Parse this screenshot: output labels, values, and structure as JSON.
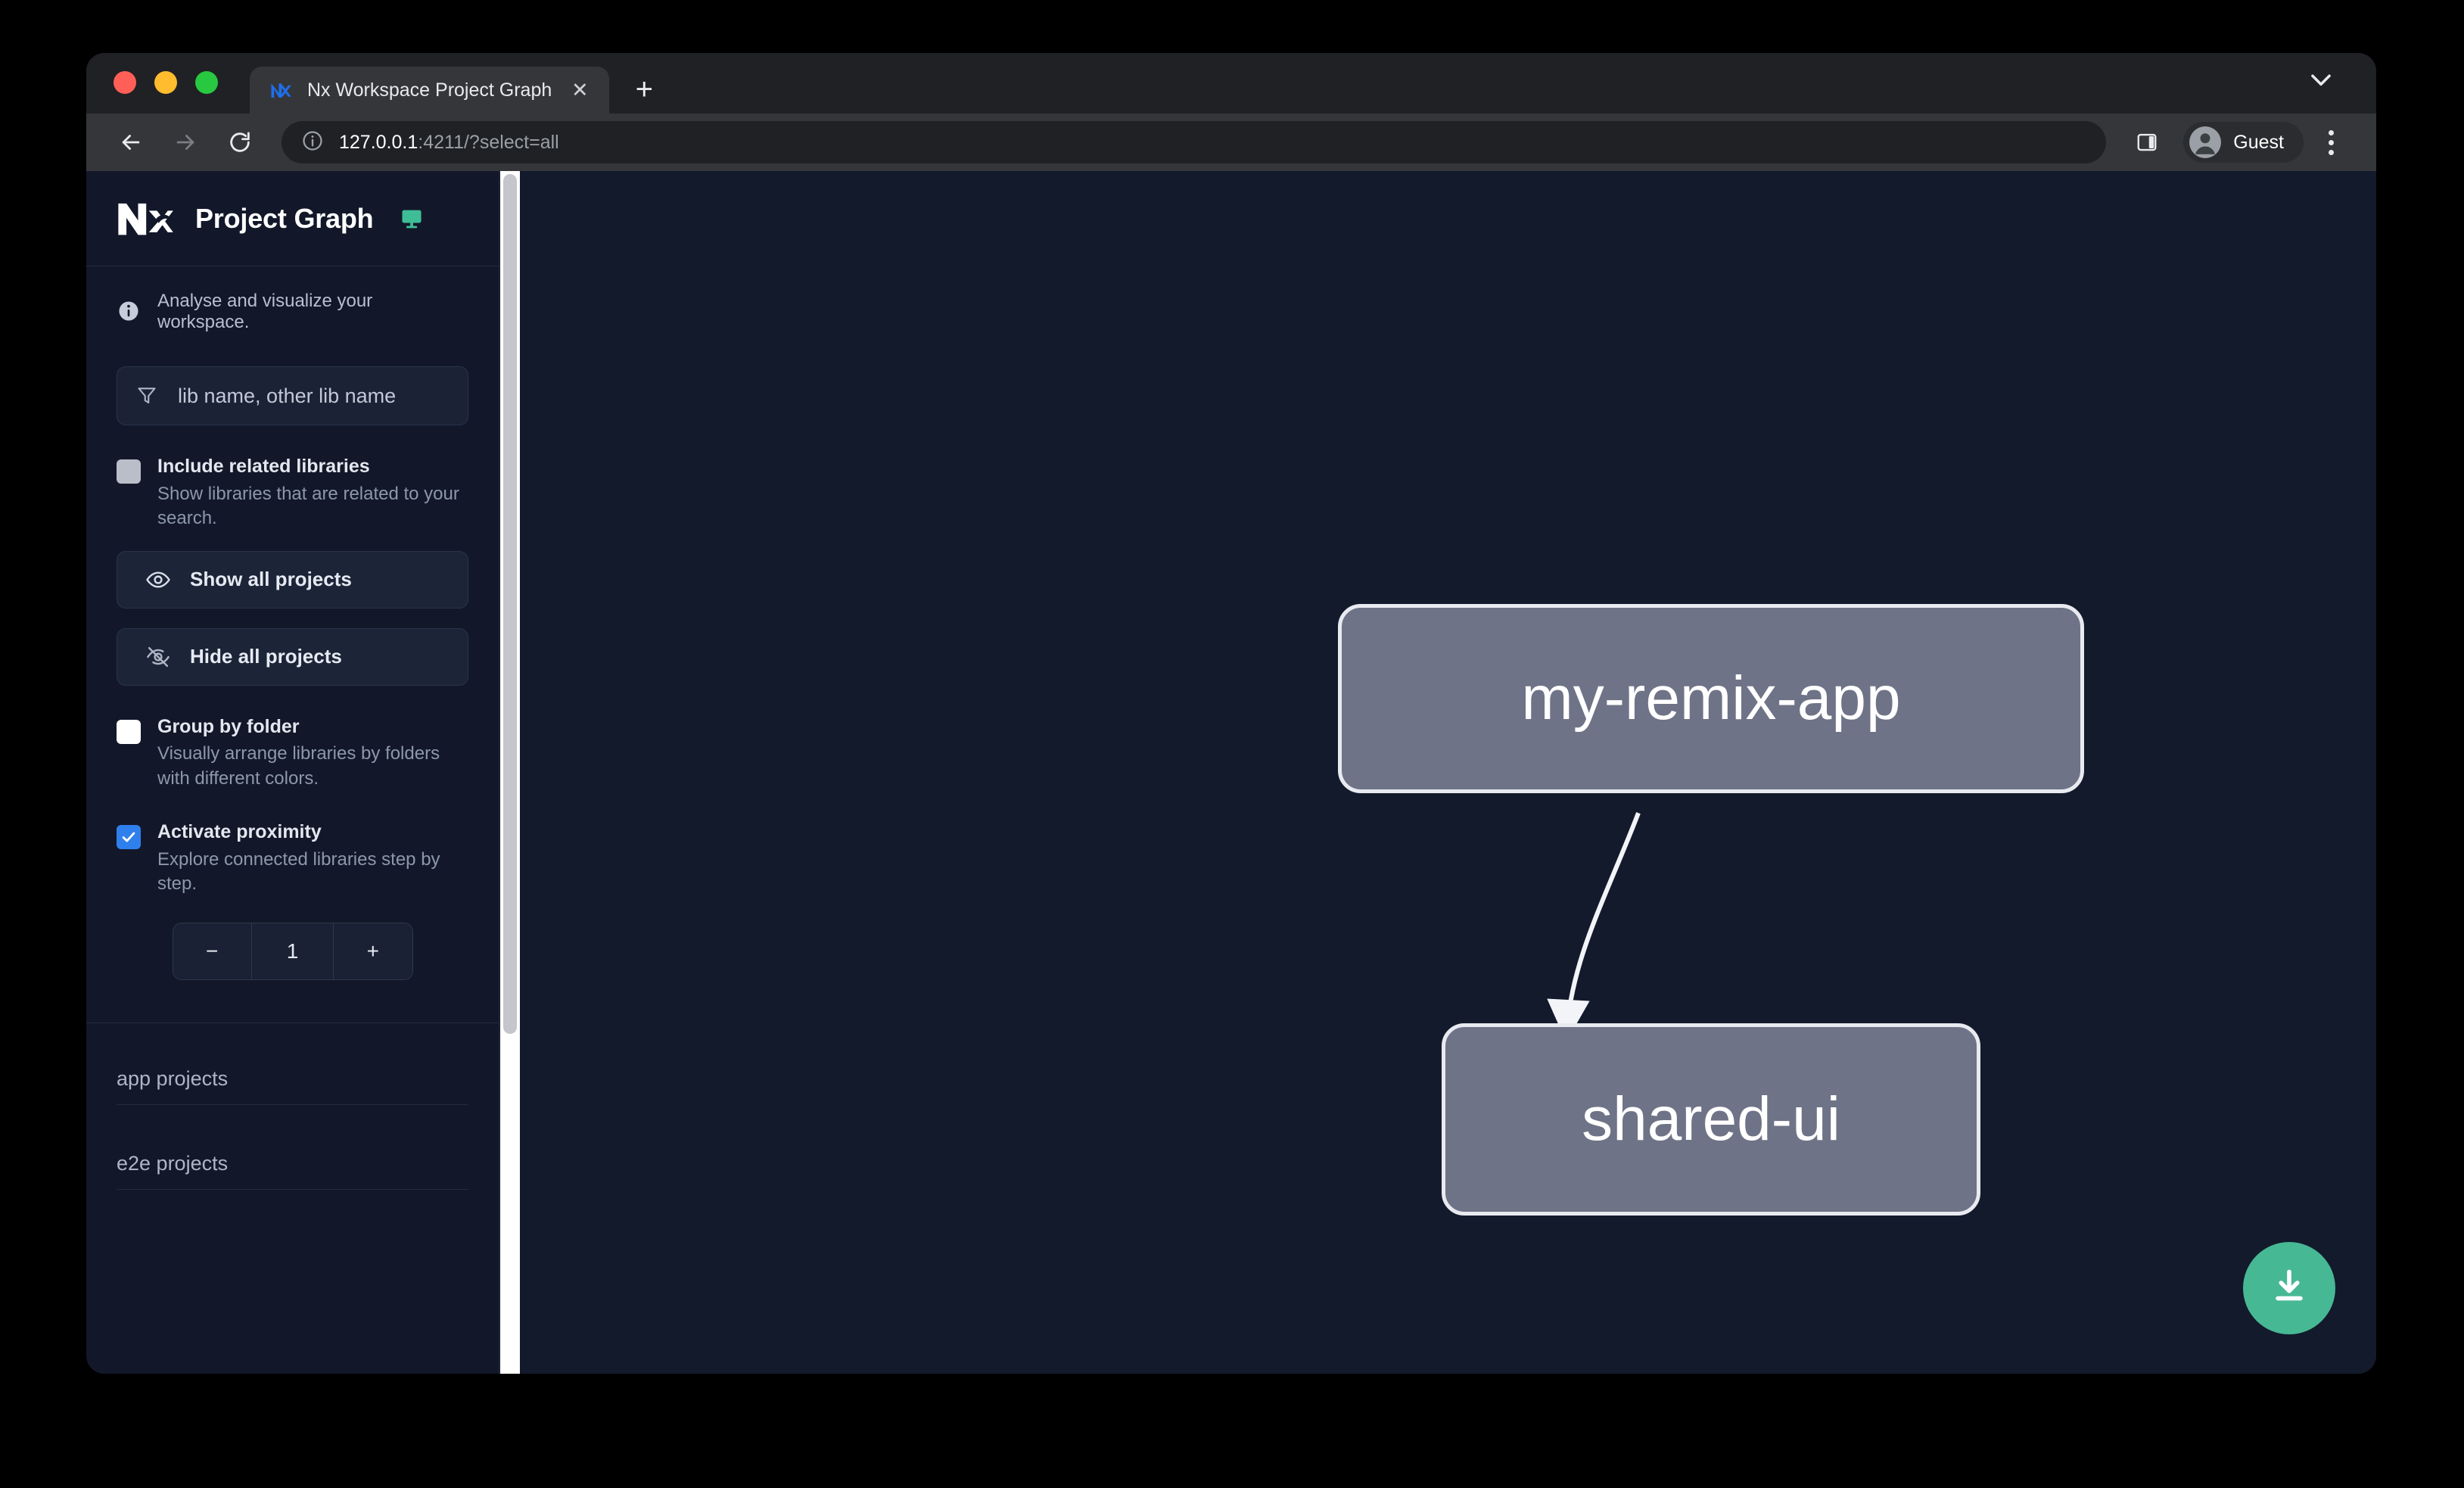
{
  "browser": {
    "tab": {
      "title": "Nx Workspace Project Graph",
      "favicon_icon": "nx-favicon-icon",
      "close_icon": "close-icon"
    },
    "new_tab_label": "+",
    "tabstrip_chevron_icon": "chevron-down-icon",
    "back_icon": "arrow-left-icon",
    "forward_icon": "arrow-right-icon",
    "reload_icon": "reload-icon",
    "omnibox": {
      "info_icon": "info-circle-icon",
      "host": "127.0.0.1",
      "rest": ":4211/?select=all",
      "full_url": "127.0.0.1:4211/?select=all"
    },
    "side_panel_icon": "side-panel-icon",
    "profile": {
      "name": "Guest",
      "avatar_icon": "person-avatar-icon"
    },
    "menu_icon": "three-dot-menu-icon"
  },
  "sidebar": {
    "logo_icon": "nx-logo-icon",
    "title": "Project Graph",
    "monitor_icon": "monitor-icon",
    "tagline": {
      "icon": "info-icon",
      "text": "Analyse and visualize your workspace."
    },
    "filter": {
      "icon": "funnel-icon",
      "placeholder": "lib name, other lib name",
      "value": ""
    },
    "options": [
      {
        "label": "Include related libraries",
        "description": "Show libraries that are related to your search.",
        "checked": false,
        "state": "muted"
      },
      {
        "label": "Group by folder",
        "description": "Visually arrange libraries by folders with different colors.",
        "checked": false,
        "state": "off"
      },
      {
        "label": "Activate proximity",
        "description": "Explore connected libraries step by step.",
        "checked": true,
        "state": "on"
      }
    ],
    "buttons": [
      {
        "label": "Show all projects",
        "icon": "eye-icon"
      },
      {
        "label": "Hide all projects",
        "icon": "eye-off-icon"
      }
    ],
    "stepper": {
      "minus_label": "−",
      "value": "1",
      "plus_label": "+"
    },
    "groups": [
      {
        "label": "app projects"
      },
      {
        "label": "e2e projects"
      }
    ]
  },
  "graph": {
    "nodes": [
      {
        "id": "my-remix-app",
        "label": "my-remix-app"
      },
      {
        "id": "shared-ui",
        "label": "shared-ui"
      }
    ],
    "edges": [
      {
        "from": "my-remix-app",
        "to": "shared-ui"
      }
    ],
    "download_button": {
      "icon": "download-icon"
    }
  },
  "colors": {
    "page_background": "#000000",
    "graph_background": "#131a2c",
    "sidebar_background": "#121829",
    "node_fill": "#6e7387",
    "node_border": "#e8eaf0",
    "edge": "#f2f4f8",
    "accent_checkbox": "#2f80ed",
    "accent_green": "#47b894",
    "monitor_green": "#3fbd97"
  }
}
